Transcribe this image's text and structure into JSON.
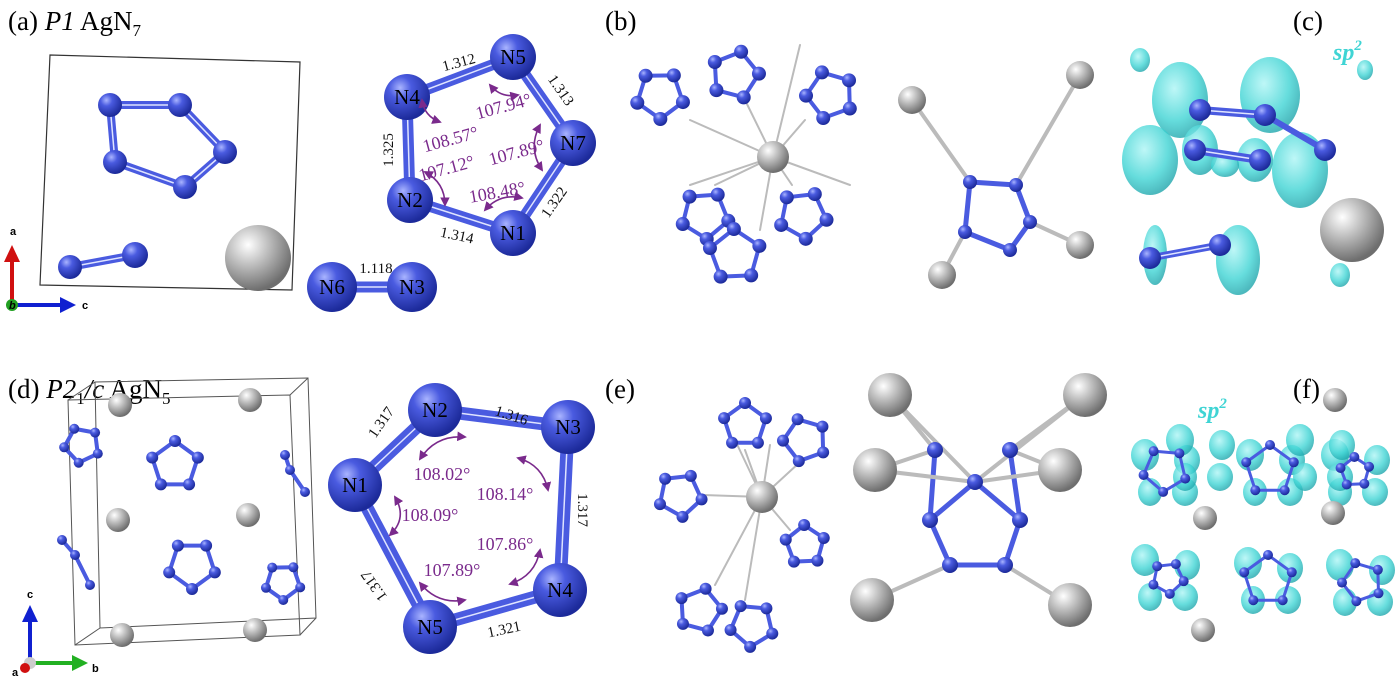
{
  "panels": {
    "a": {
      "label": "(a)",
      "space_group": "P1",
      "formula": "AgN",
      "sub": "7"
    },
    "b": {
      "label": "(b)"
    },
    "c": {
      "label": "(c)",
      "orbital": "sp",
      "orbital_sup": "2"
    },
    "d": {
      "label": "(d)",
      "space_group": "P2",
      "sg_sub": "1",
      "sg_tail": "/c",
      "formula": "AgN",
      "sub": "5"
    },
    "e": {
      "label": "(e)"
    },
    "f": {
      "label": "(f)",
      "orbital": "sp",
      "orbital_sup": "2"
    }
  },
  "axes_a": {
    "up": "a",
    "right": "c",
    "origin": "b"
  },
  "axes_d": {
    "up": "c",
    "right": "b",
    "origin": "a"
  },
  "ring_a": {
    "atoms": [
      "N5",
      "N4",
      "N7",
      "N2",
      "N1",
      "N6",
      "N3"
    ],
    "bonds": [
      "1.312",
      "1.313",
      "1.325",
      "1.322",
      "1.314",
      "1.118"
    ],
    "angles": [
      "108.57°",
      "107.94°",
      "107.12°",
      "107.89°",
      "108.48°"
    ]
  },
  "ring_d": {
    "atoms": [
      "N2",
      "N3",
      "N1",
      "N4",
      "N5"
    ],
    "bonds": [
      "1.316",
      "1.317",
      "1.317",
      "1.317",
      "1.321"
    ],
    "angles": [
      "108.02°",
      "108.14°",
      "108.09°",
      "107.86°",
      "107.89°"
    ]
  },
  "colors": {
    "nitrogen": "#3f51d6",
    "silver": "#b4b4b4",
    "angle": "#7a2a8c",
    "isosurface": "#3fd4d4"
  }
}
